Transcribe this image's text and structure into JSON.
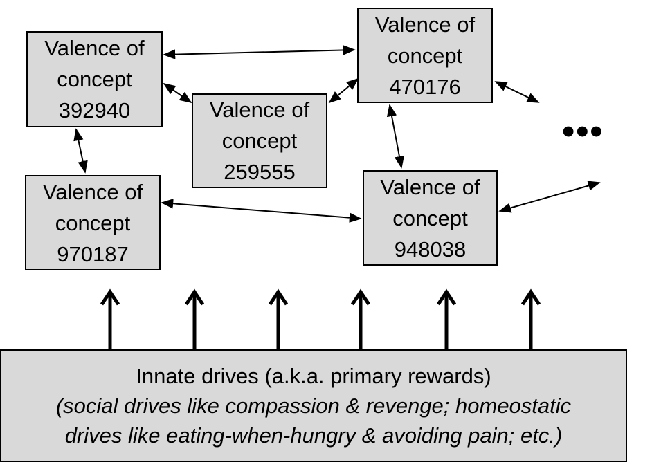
{
  "nodes": [
    {
      "id": "n392940",
      "line1": "Valence of",
      "line2": "concept",
      "number": "392940"
    },
    {
      "id": "n259555",
      "line1": "Valence of",
      "line2": "concept",
      "number": "259555"
    },
    {
      "id": "n470176",
      "line1": "Valence of",
      "line2": "concept",
      "number": "470176"
    },
    {
      "id": "n970187",
      "line1": "Valence of",
      "line2": "concept",
      "number": "970187"
    },
    {
      "id": "n948038",
      "line1": "Valence of",
      "line2": "concept",
      "number": "948038"
    }
  ],
  "ellipsis": "•••",
  "drives": {
    "title": "Innate drives (a.k.a. primary rewards)",
    "subtitle_line1": "(social drives like compassion & revenge; homeostatic",
    "subtitle_line2": "drives like eating-when-hungry & avoiding pain; etc.)"
  },
  "colors": {
    "box_fill": "#d9d9d9",
    "stroke": "#000000"
  },
  "up_arrow_count": 6
}
